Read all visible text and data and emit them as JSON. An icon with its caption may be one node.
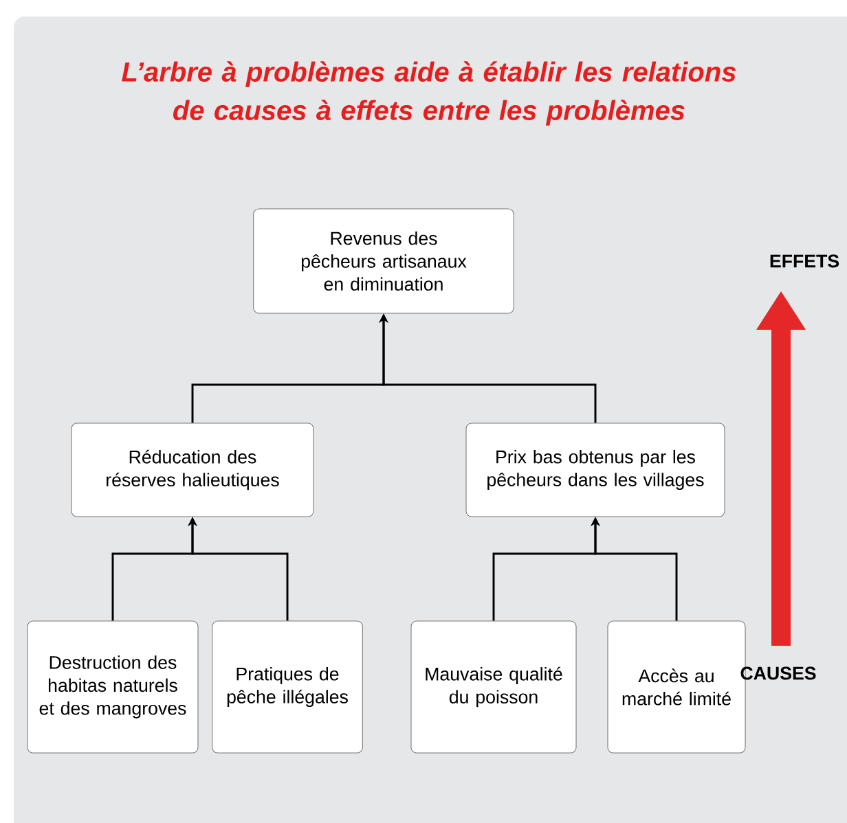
{
  "diagram": {
    "title": "L’arbre à problèmes aide à établir les relations de causes à effets entre les problèmes",
    "nodes": [
      {
        "text": [
          "Revenus des pêcheurs artisanaux en diminuation"
        ]
      },
      {
        "text": [
          "Réducation des réserves halieutiques"
        ]
      },
      {
        "text": [
          "Prix bas obtenus par les pêcheurs dans les villages"
        ]
      },
      {
        "text": [
          "Destruction des habitas naturels et des mangroves"
        ]
      },
      {
        "text": [
          "Pratiques de pêche illégales"
        ]
      },
      {
        "text": [
          "Mauvaise qualité du poisson"
        ]
      },
      {
        "text": [
          "Accès au marché limité"
        ]
      }
    ],
    "edges": [
      {
        "from": 1,
        "to": 0,
        "arrow": "to"
      },
      {
        "from": 2,
        "to": 0,
        "arrow": "to"
      },
      {
        "from": 3,
        "to": 1,
        "arrow": "to"
      },
      {
        "from": 4,
        "to": 1,
        "arrow": "to"
      },
      {
        "from": 5,
        "to": 2,
        "arrow": "to"
      },
      {
        "from": 6,
        "to": 2,
        "arrow": "to"
      }
    ],
    "labels": [
      "EFFETS",
      "CAUSES"
    ]
  }
}
